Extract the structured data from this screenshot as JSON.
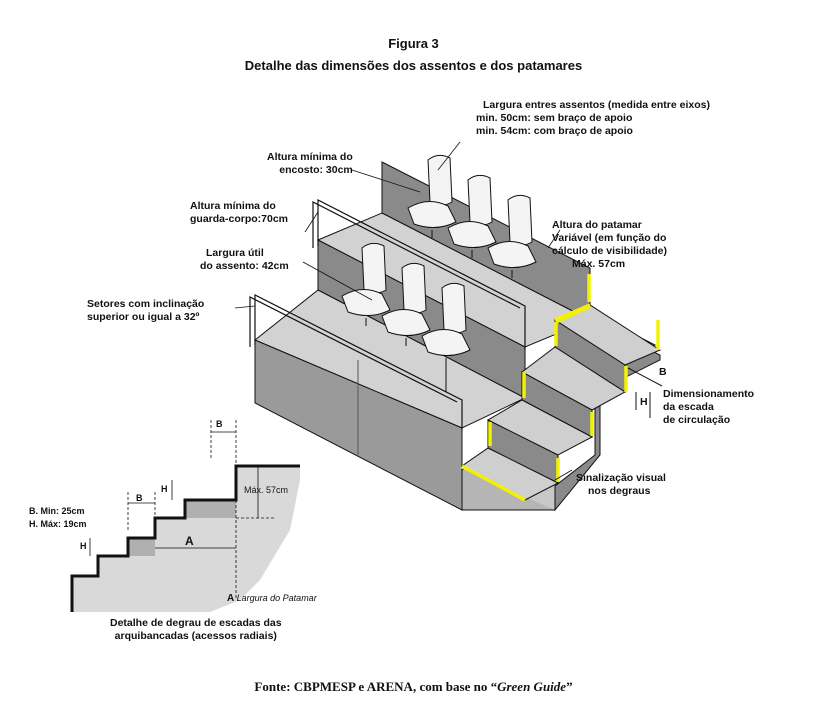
{
  "figure": {
    "number": "Figura 3",
    "title": "Detalhe das dimensões dos assentos e dos patamares"
  },
  "labels": {
    "seat_width": [
      "Largura entres assentos (medida entre eixos)",
      "min. 50cm: sem braço de apoio",
      "min. 54cm: com braço de apoio"
    ],
    "backrest": [
      "Altura mínima do",
      "encosto: 30cm"
    ],
    "guardrail": [
      "Altura mínima do",
      "guarda-corpo:70cm"
    ],
    "useful_width": [
      "Largura útil",
      "do assento: 42cm"
    ],
    "sectors": [
      "Setores com inclinação",
      "superior ou igual a 32º"
    ],
    "platform_height": [
      "Altura do patamar",
      "Variável (em função do",
      "cálculo de visibilidade)",
      "Máx. 57cm"
    ],
    "stair_dimension": [
      "Dimensionamento",
      "da escada",
      "de circulação"
    ],
    "visual_signal": [
      "Sinalização visual",
      "nos degraus"
    ],
    "b_letter": "B",
    "h_letter": "H",
    "detail_min_max": [
      "B. Min: 25cm",
      "H. Máx: 19cm"
    ],
    "detail_max57": "Máx. 57cm",
    "detail_a": "A",
    "detail_a_caption_letter": "A",
    "detail_a_caption": "Largura do Patamar",
    "detail_caption": [
      "Detalhe de degrau de escadas das",
      "arquibancadas (acessos radiais)"
    ]
  },
  "source": {
    "prefix": "Fonte: CBPMESP e ARENA, com base no “",
    "italic": "Green Guide",
    "suffix": "”"
  },
  "colors": {
    "concrete_dark": "#8a8a8a",
    "concrete_mid": "#a9a9a9",
    "concrete_light": "#d2d2d2",
    "stripe": "#f2f200",
    "seat": "#f4f4f4",
    "line": "#111111"
  }
}
